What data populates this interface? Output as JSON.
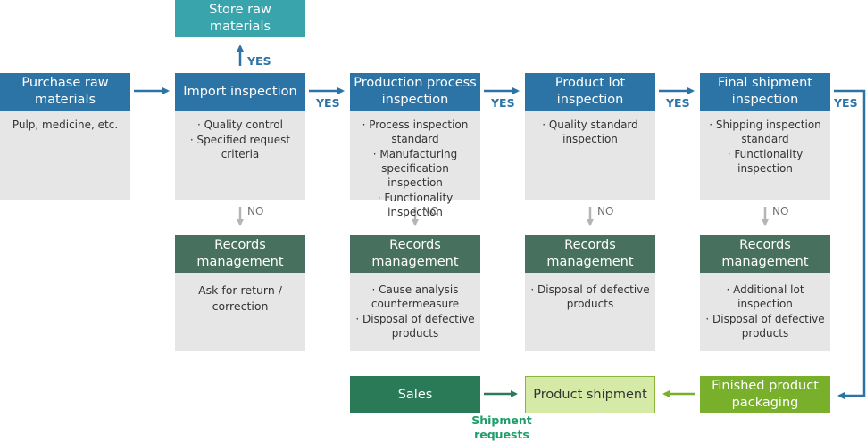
{
  "nodes": {
    "store": {
      "title": "Store raw materials"
    },
    "purchase": {
      "title": "Purchase raw\nmaterials",
      "items": [
        "Pulp, medicine, etc."
      ]
    },
    "import": {
      "title": "Import inspection",
      "items": [
        "· Quality control",
        "· Specified request\ncriteria"
      ]
    },
    "production": {
      "title": "Production process\ninspection",
      "items": [
        "· Process inspection\nstandard",
        "· Manufacturing\nspecification inspection",
        "· Functionality inspection"
      ]
    },
    "lot": {
      "title": "Product lot\ninspection",
      "items": [
        "· Quality standard\ninspection"
      ]
    },
    "final": {
      "title": "Final shipment\ninspection",
      "items": [
        "· Shipping inspection\nstandard",
        "· Functionality\ninspection"
      ]
    },
    "records1": {
      "title": "Records\nmanagement",
      "items": [
        "Ask for return /\ncorrection"
      ]
    },
    "records2": {
      "title": "Records\nmanagement",
      "items": [
        "· Cause analysis\ncountermeasure",
        "· Disposal of defective\nproducts"
      ]
    },
    "records3": {
      "title": "Records\nmanagement",
      "items": [
        "· Disposal of defective\nproducts"
      ]
    },
    "records4": {
      "title": "Records\nmanagement",
      "items": [
        "· Additional lot\ninspection",
        "· Disposal of defective\nproducts"
      ]
    },
    "sales": {
      "title": "Sales"
    },
    "product_shipment": {
      "title": "Product shipment"
    },
    "finished_packaging": {
      "title": "Finished product\npackaging"
    }
  },
  "labels": {
    "yes": "YES",
    "no": "NO",
    "shipment_requests": "Shipment\nrequests"
  },
  "colors": {
    "flow_blue": "#2c74a6",
    "store_teal": "#3aa4ad",
    "records_green": "#47705e",
    "sales_green": "#2a7a58",
    "shipment_light": "#d5eaa6",
    "packaging_green": "#78b02b",
    "body_gray": "#e6e6e6"
  }
}
